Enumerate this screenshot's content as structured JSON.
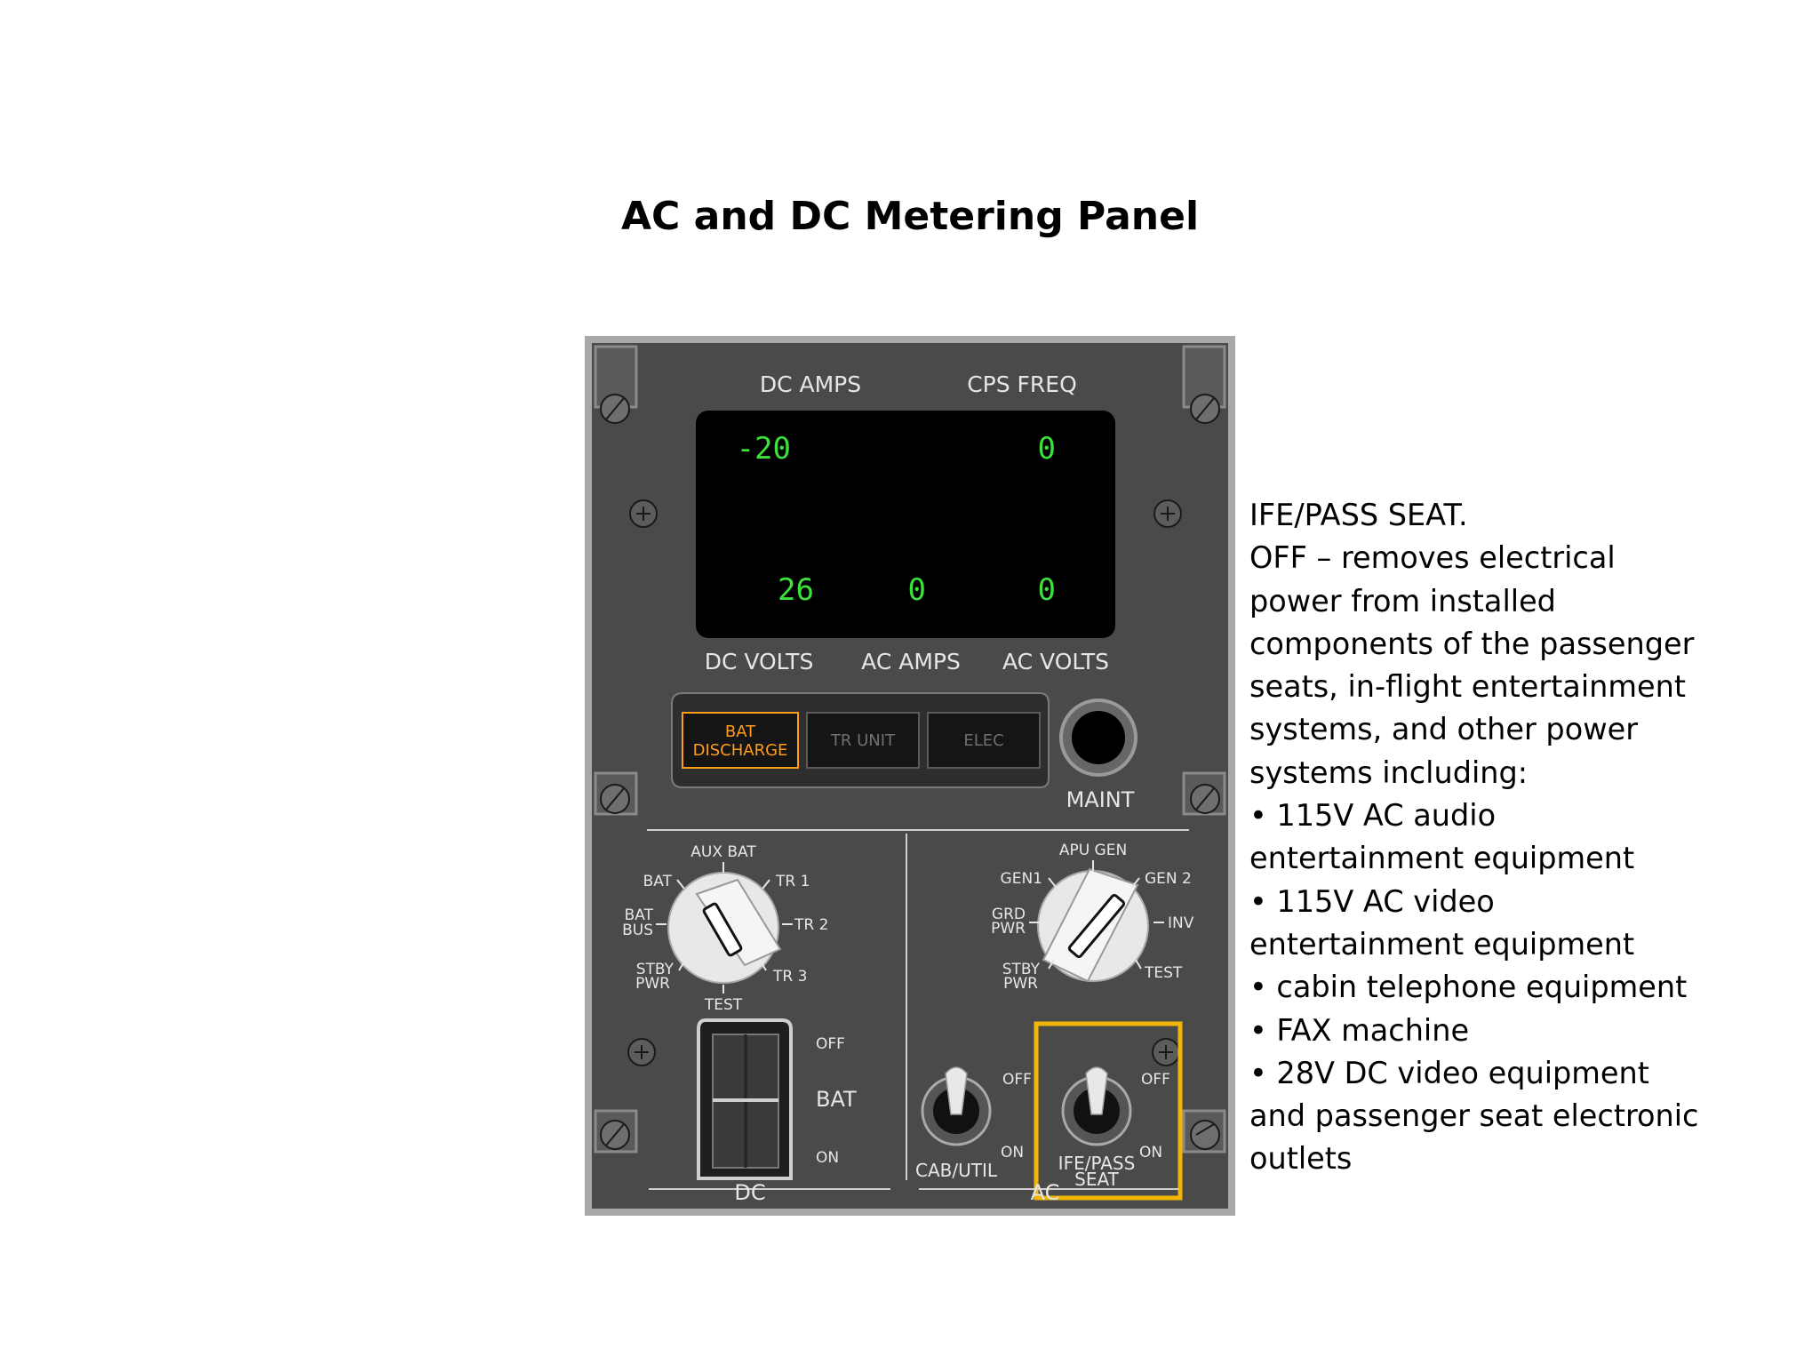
{
  "slide": {
    "title": "AC and DC Metering Panel"
  },
  "panel": {
    "top_labels": {
      "dc_amps": "DC AMPS",
      "cps_freq": "CPS FREQ"
    },
    "bottom_labels": {
      "dc_volts": "DC VOLTS",
      "ac_amps": "AC AMPS",
      "ac_volts": "AC VOLTS"
    },
    "readouts": {
      "dc_amps": "-20",
      "cps_freq": "0",
      "dc_volts": "26",
      "ac_amps": "0",
      "ac_volts": "0"
    },
    "lights": {
      "bat_discharge_line1": "BAT",
      "bat_discharge_line2": "DISCHARGE",
      "tr_unit": "TR UNIT",
      "elec": "ELEC",
      "bat_color": "#ff9d1a"
    },
    "maint_label": "MAINT",
    "dc_selector": {
      "aux_bat": "AUX BAT",
      "bat": "BAT",
      "tr1": "TR 1",
      "bat_bus_1": "BAT",
      "bat_bus_2": "BUS",
      "tr2": "TR 2",
      "stby_pwr_1": "STBY",
      "stby_pwr_2": "PWR",
      "tr3": "TR 3",
      "test": "TEST"
    },
    "ac_selector": {
      "apu_gen": "APU GEN",
      "gen1": "GEN1",
      "gen2": "GEN 2",
      "grd_pwr_1": "GRD",
      "grd_pwr_2": "PWR",
      "inv": "INV",
      "stby_pwr_1": "STBY",
      "stby_pwr_2": "PWR",
      "test": "TEST"
    },
    "bat_switch": {
      "off": "OFF",
      "label": "BAT",
      "on": "ON"
    },
    "cab_util": {
      "off": "OFF",
      "on": "ON",
      "label": "CAB/UTIL"
    },
    "ife_pass_seat": {
      "off": "OFF",
      "on": "ON",
      "label_1": "IFE/PASS",
      "label_2": "SEAT"
    },
    "section_dc": "DC",
    "section_ac": "AC",
    "highlight_color": "#f2b705"
  },
  "description": {
    "lines": [
      "IFE/PASS SEAT.",
      "OFF – removes electrical",
      "power from installed",
      "components of the passenger",
      "seats, in-flight entertainment",
      "systems, and other power",
      "systems including:",
      "• 115V AC audio",
      "entertainment equipment",
      "• 115V AC video",
      "entertainment equipment",
      "• cabin telephone equipment",
      "• FAX machine",
      "• 28V DC video equipment",
      "and passenger seat electronic",
      "outlets"
    ]
  }
}
